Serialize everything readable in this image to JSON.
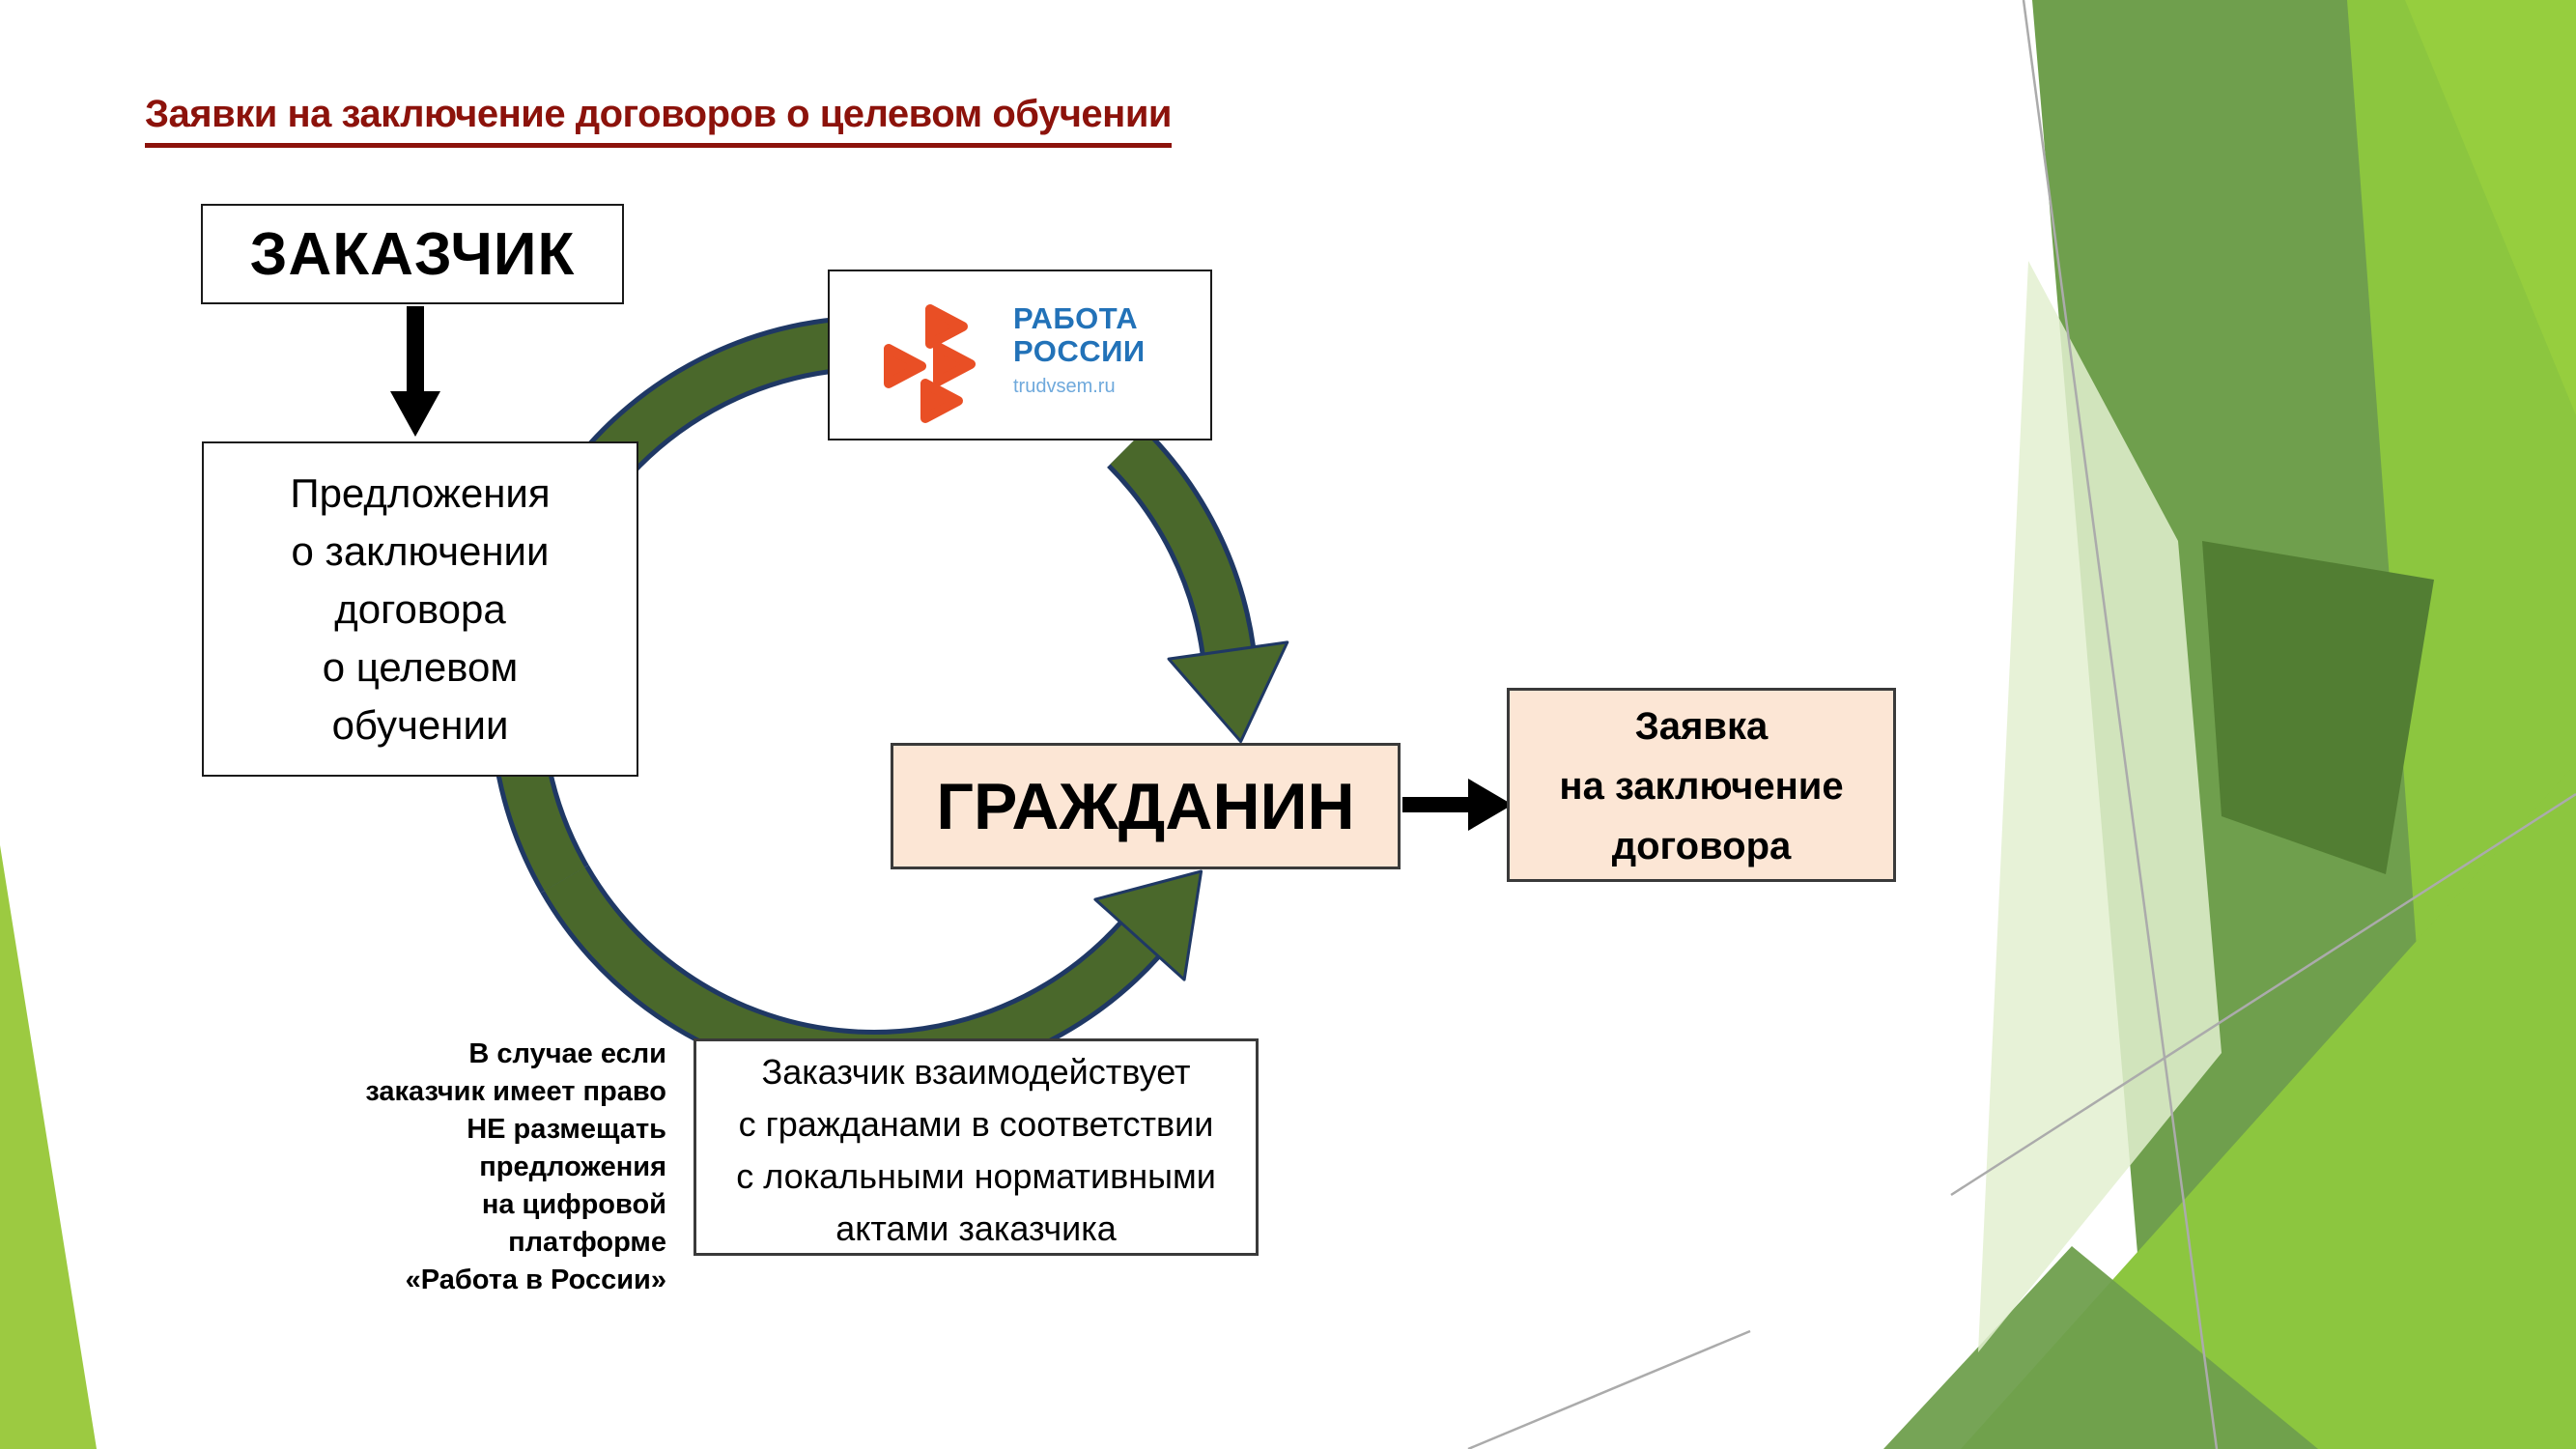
{
  "slide": {
    "title": "Заявки на заключение договоров о целевом обучении"
  },
  "boxes": {
    "customer": {
      "label": "ЗАКАЗЧИК"
    },
    "offer": {
      "lines": [
        "Предложения",
        "о заключении",
        "договора",
        "о целевом",
        "обучении"
      ]
    },
    "citizen": {
      "label": "ГРАЖДАНИН"
    },
    "application": {
      "lines": [
        "Заявка",
        "на заключение",
        "договора"
      ]
    },
    "interaction": {
      "lines": [
        "Заказчик взаимодействует",
        "с гражданами в соответствии",
        "с локальными нормативными",
        "актами заказчика"
      ]
    }
  },
  "note": {
    "lines": [
      "В случае если",
      "заказчик имеет право",
      "НЕ размещать",
      "предложения",
      "на цифровой",
      "платформе",
      "«Работа в России»"
    ]
  },
  "logo": {
    "line1": "РАБОТА",
    "line2": "РОССИИ",
    "url": "trudvsem.ru"
  },
  "colors": {
    "title_red": "#8C120B",
    "peach": "#FCE6D5",
    "circle_green": "#4A682B",
    "circle_outline": "#1F3864",
    "arrow_black": "#000000",
    "logo_orange": "#E94F25",
    "logo_blue": "#2272B8",
    "logo_lightblue": "#6FA9DC",
    "decor_mid": "#6F9F4D",
    "decor_bright": "#8CC63F",
    "decor_bright2": "#97CE3E",
    "decor_dark": "#527E33",
    "decor_pale": "#E3F0D0",
    "decor_wedge": "#9CCA41",
    "decor_line": "#ABABAB",
    "border_dark": "#3A3A3A"
  }
}
